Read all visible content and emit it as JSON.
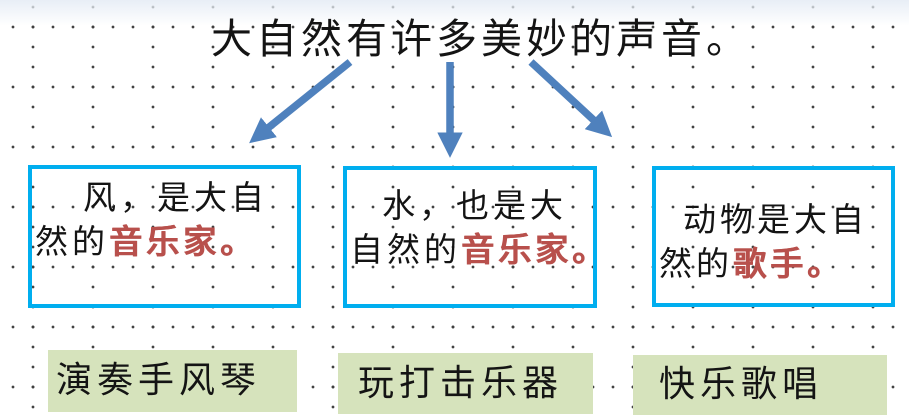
{
  "title": "大自然有许多美妙的声音。",
  "colors": {
    "arrow_blue": "#4f81bd",
    "box_border_cyan": "#00aeef",
    "highlight_red": "#b8504c",
    "label_green_bg": "#d6e3bc",
    "ink_black": "#141414",
    "dot_gray": "#3f3f3f",
    "top_tint": "#e8eef6"
  },
  "columns": [
    {
      "id": "wind",
      "box": {
        "line1": "风，是大自",
        "line2_plain": "然的",
        "line2_highlight": "音乐家。"
      },
      "label": "演奏手风琴"
    },
    {
      "id": "water",
      "box": {
        "line1": "水，也是大",
        "line2_plain": "自然的",
        "line2_highlight": "音乐家。"
      },
      "label": "玩打击乐器"
    },
    {
      "id": "animals",
      "box": {
        "line1": "动物是大自",
        "line2_plain": "然的",
        "line2_highlight": "歌手。"
      },
      "label": "快乐歌唱"
    }
  ],
  "icons": [
    {
      "name": "arrow-down-left-icon"
    },
    {
      "name": "arrow-down-icon"
    },
    {
      "name": "arrow-down-right-icon"
    }
  ]
}
